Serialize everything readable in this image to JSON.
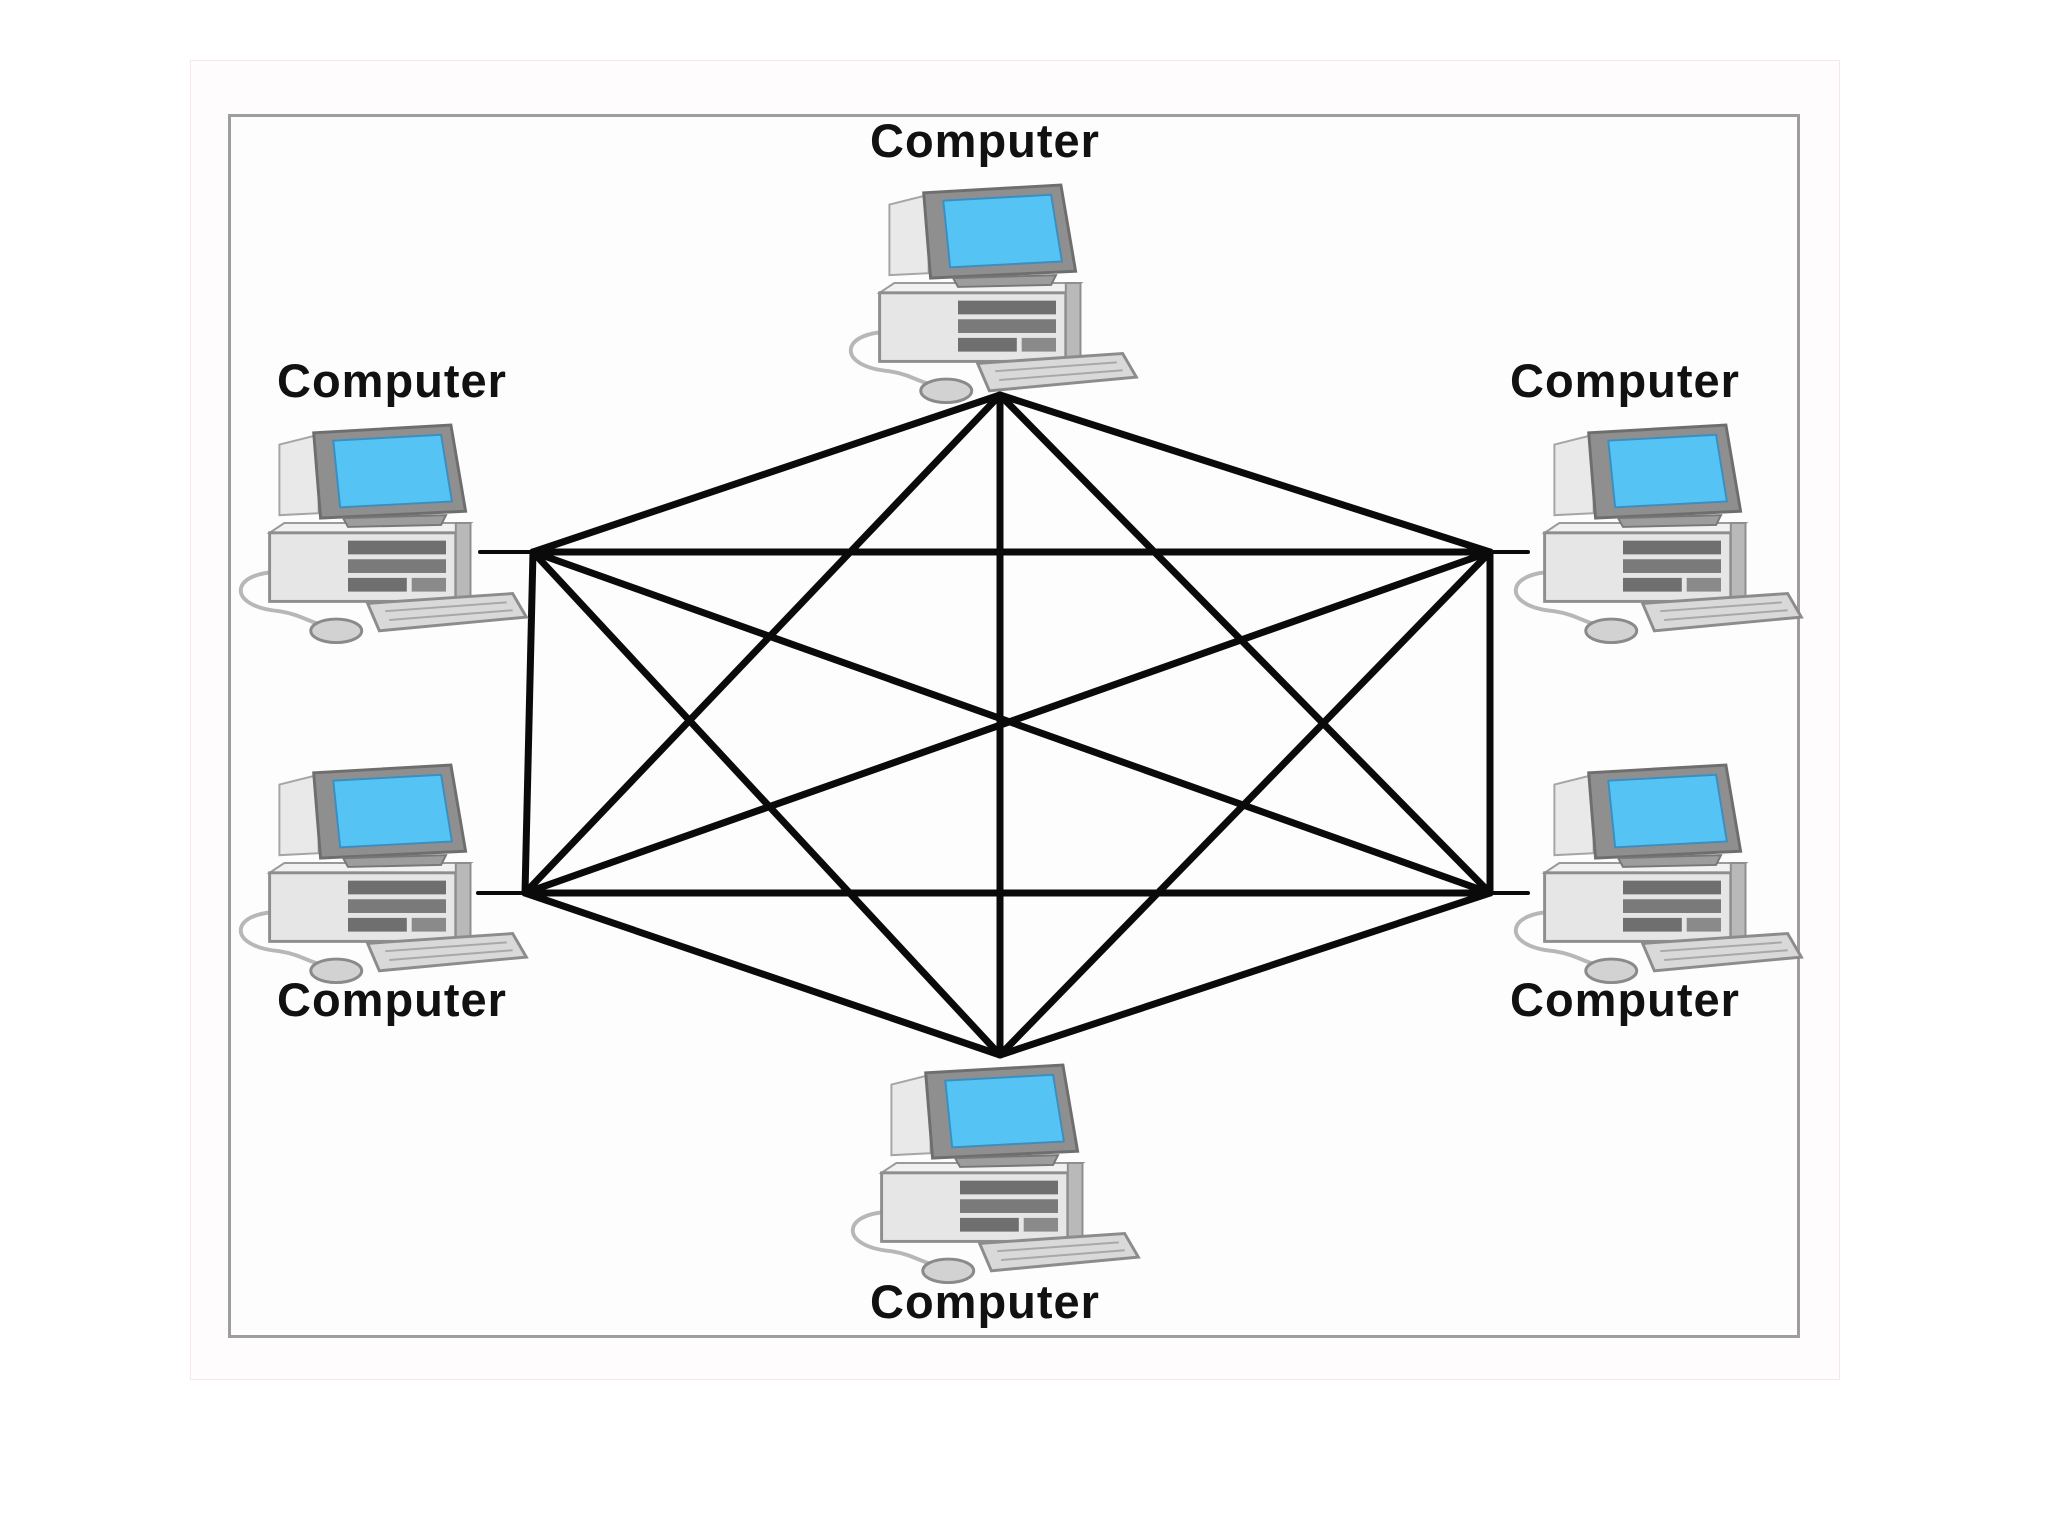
{
  "diagram": {
    "type": "full-mesh-network",
    "nodes": [
      {
        "id": "top",
        "label": "Computer"
      },
      {
        "id": "upper-left",
        "label": "Computer"
      },
      {
        "id": "upper-right",
        "label": "Computer"
      },
      {
        "id": "lower-left",
        "label": "Computer"
      },
      {
        "id": "lower-right",
        "label": "Computer"
      },
      {
        "id": "bottom",
        "label": "Computer"
      }
    ],
    "connections": "every node connected to every other node",
    "colors": {
      "screen": "#56c3f5",
      "monitor_body": "#8f8f8f",
      "case_light": "#e8e8e8",
      "link": "#0a0a0a",
      "frame_border": "#9e9e9e"
    }
  }
}
